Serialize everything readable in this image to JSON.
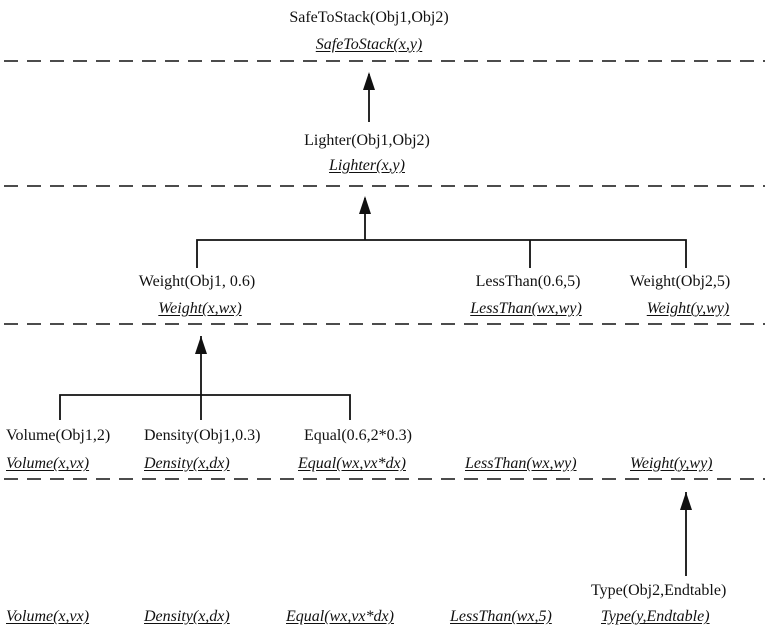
{
  "level1": {
    "fact": "SafeToStack(Obj1,Obj2)",
    "goal": "SafeToStack(x,y)"
  },
  "level2": {
    "fact": "Lighter(Obj1,Obj2)",
    "goal": "Lighter(x,y)"
  },
  "level3": {
    "weight1_fact": "Weight(Obj1, 0.6)",
    "weight1_goal": "Weight(x,wx)",
    "lessthan_fact": "LessThan(0.6,5)",
    "lessthan_goal": "LessThan(wx,wy)",
    "weight2_fact": "Weight(Obj2,5)",
    "weight2_goal": "Weight(y,wy)"
  },
  "level4": {
    "volume_fact": "Volume(Obj1,2)",
    "volume_goal": "Volume(x,vx)",
    "density_fact": "Density(Obj1,0.3)",
    "density_goal": "Density(x,dx)",
    "equal_fact": "Equal(0.6,2*0.3)",
    "equal_goal": "Equal(wx,vx*dx)",
    "lessthan_goal": "LessThan(wx,wy)",
    "weight_goal": "Weight(y,wy)"
  },
  "level5": {
    "volume_goal": "Volume(x,vx)",
    "density_goal": "Density(x,dx)",
    "equal_goal": "Equal(wx,vx*dx)",
    "lessthan_goal": "LessThan(wx,5)",
    "type_fact": "Type(Obj2,Endtable)",
    "type_goal": "Type(y,Endtable)"
  }
}
